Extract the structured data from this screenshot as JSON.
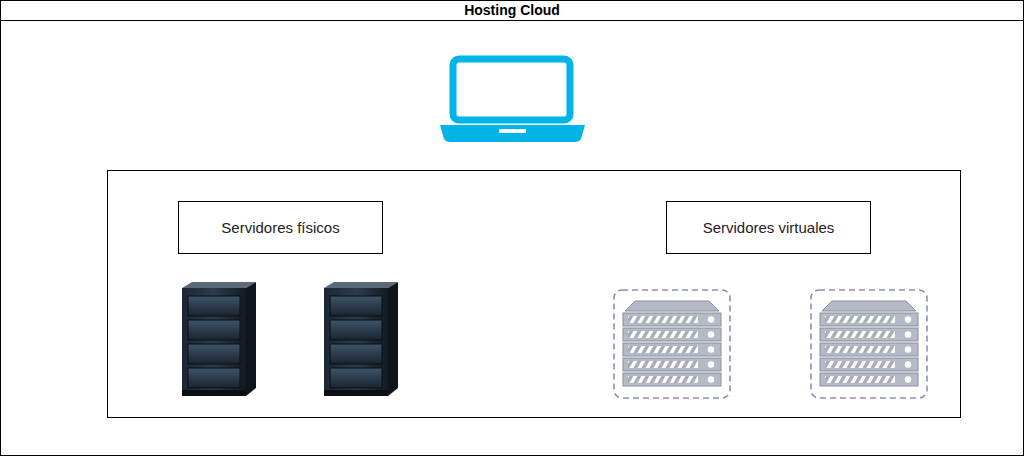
{
  "diagram": {
    "nodes": [
      {
        "text": [
          "Hosting Cloud"
        ]
      },
      {
        "text": [
          "Servidores físicos"
        ],
        "in": 0
      },
      {
        "text": [
          "Servidores virtuales"
        ],
        "in": 0
      }
    ]
  }
}
